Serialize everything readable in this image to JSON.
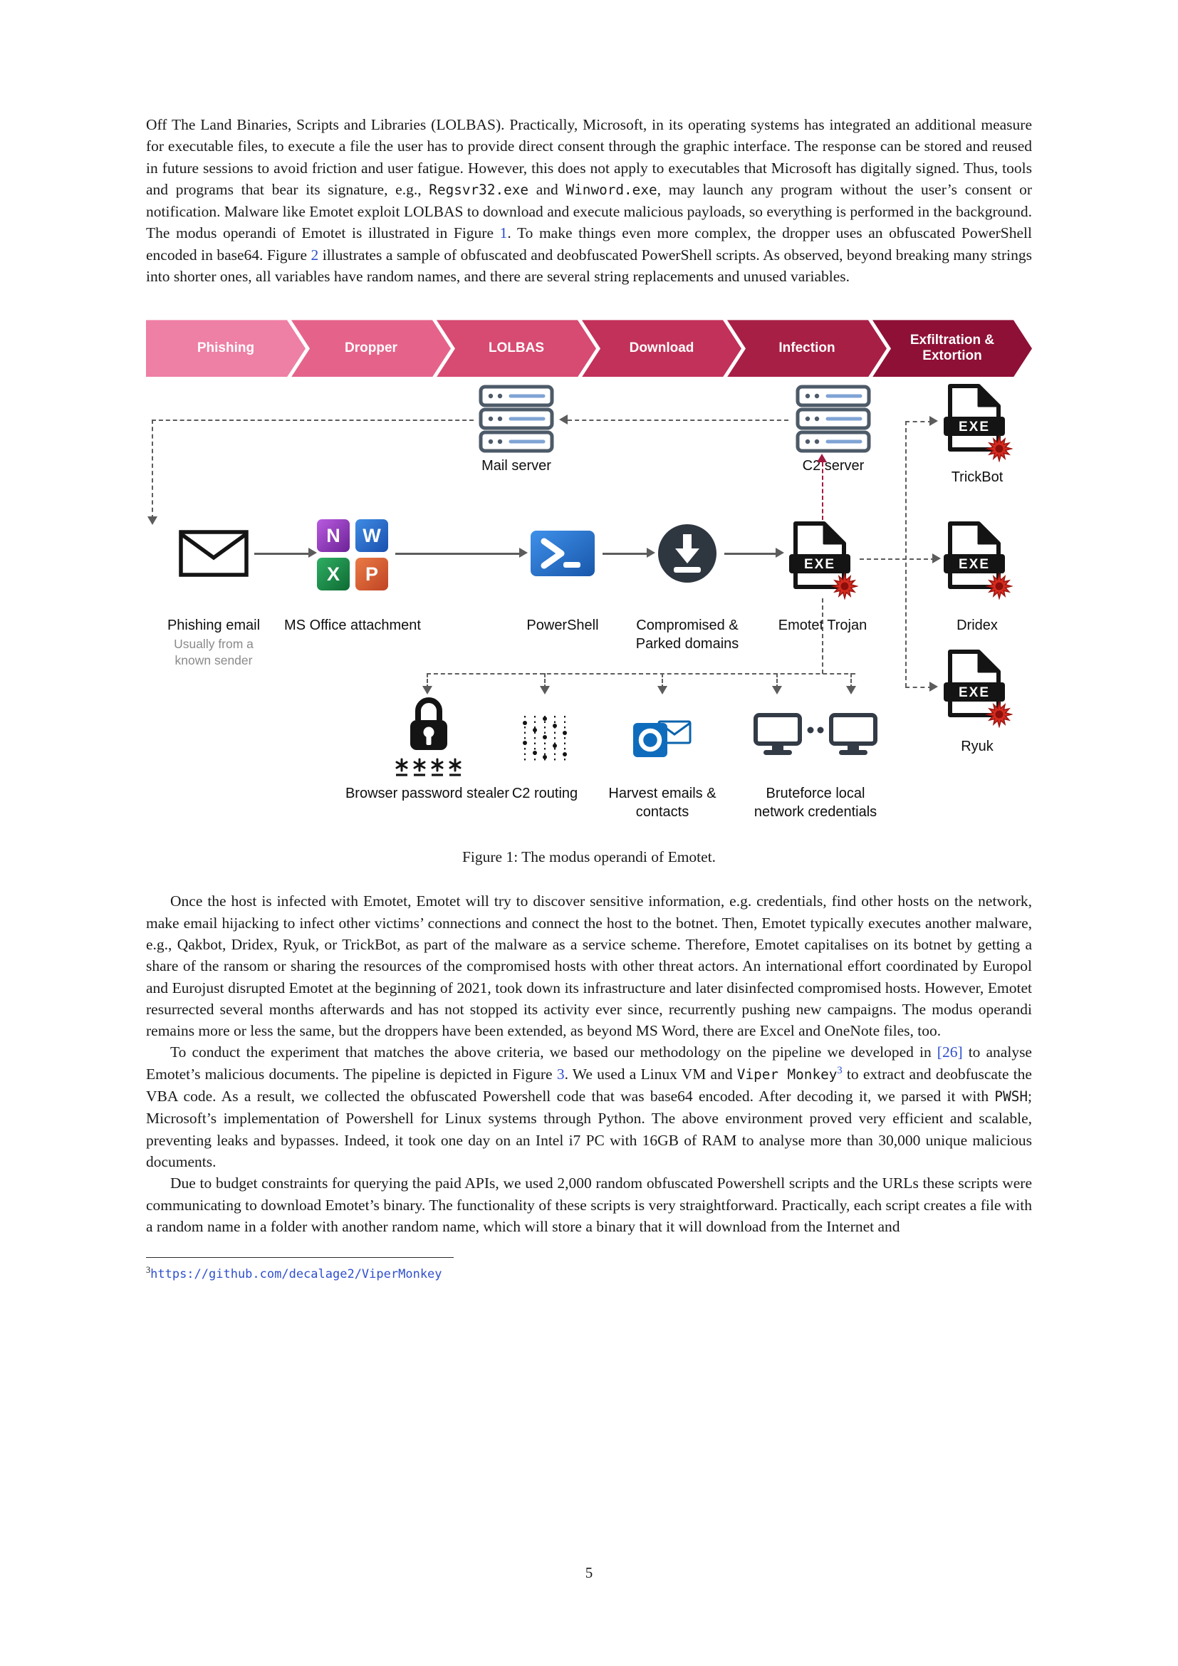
{
  "page_number": "5",
  "paragraphs": {
    "p1": [
      {
        "t": "Off The Land Binaries, Scripts and Libraries (LOLBAS). Practically, Microsoft, in its operating systems has integrated an additional measure for executable files, to execute a file the user has to provide direct consent through the graphic interface. The response can be stored and reused in future sessions to avoid friction and user fatigue. However, this does not apply to executables that Microsoft has digitally signed. Thus, tools and programs that bear its signature, e.g., "
      },
      {
        "t": "Regsvr32.exe",
        "c": "code"
      },
      {
        "t": " and "
      },
      {
        "t": "Winword.exe",
        "c": "code"
      },
      {
        "t": ", may launch any program without the user’s consent or notification. Malware like Emotet exploit LOLBAS to download and execute malicious payloads, so everything is performed in the background. The modus operandi of Emotet is illustrated in Figure "
      },
      {
        "t": "1",
        "c": "ref"
      },
      {
        "t": ". To make things even more complex, the dropper uses an obfuscated PowerShell encoded in base64. Figure "
      },
      {
        "t": "2",
        "c": "ref"
      },
      {
        "t": " illustrates a sample of obfuscated and deobfuscated PowerShell scripts. As observed, beyond breaking many strings into shorter ones, all variables have random names, and there are several string replacements and unused variables."
      }
    ],
    "p2": [
      {
        "t": "Once the host is infected with Emotet, Emotet will try to discover sensitive information, e.g. credentials, find other hosts on the network, make email hijacking to infect other victims’ connections and connect the host to the botnet. Then, Emotet typically executes another malware, e.g., Qakbot, Dridex, Ryuk, or TrickBot, as part of the malware as a service scheme. Therefore, Emotet capitalises on its botnet by getting a share of the ransom or sharing the resources of the compromised hosts with other threat actors. An international effort coordinated by Europol and Eurojust disrupted Emotet at the beginning of 2021, took down its infrastructure and later disinfected compromised hosts. However, Emotet resurrected several months afterwards and has not stopped its activity ever since, recurrently pushing new campaigns. The modus operandi remains more or less the same, but the droppers have been extended, as beyond MS Word, there are Excel and OneNote files, too."
      }
    ],
    "p3": [
      {
        "t": "To conduct the experiment that matches the above criteria, we based our methodology on the pipeline we developed in "
      },
      {
        "t": "[26]",
        "c": "cite"
      },
      {
        "t": " to analyse Emotet’s malicious documents. The pipeline is depicted in Figure "
      },
      {
        "t": "3",
        "c": "ref"
      },
      {
        "t": ". We used a Linux VM and "
      },
      {
        "t": "Viper Monkey",
        "c": "code"
      },
      {
        "t": "3",
        "c": "sup"
      },
      {
        "t": " to extract and deobfuscate the VBA code. As a result, we collected the obfuscated Powershell code that was base64 encoded. After decoding it, we parsed it with "
      },
      {
        "t": "PWSH",
        "c": "code"
      },
      {
        "t": "; Microsoft’s implementation of Powershell for Linux systems through Python. The above environment proved very efficient and scalable, preventing leaks and bypasses. Indeed, it took one day on an Intel i7 PC with 16GB of RAM to analyse more than 30,000 unique malicious documents."
      }
    ],
    "p4": [
      {
        "t": "Due to budget constraints for querying the paid APIs, we used 2,000 random obfuscated Powershell scripts and the URLs these scripts were communicating to download Emotet’s binary. The functionality of these scripts is very straightforward. Practically, each script creates a file with a random name in a folder with another random name, which will store a binary that it will download from the Internet and"
      }
    ]
  },
  "figure": {
    "stages": [
      {
        "label": "Phishing",
        "color": "#ee7fa5"
      },
      {
        "label": "Dropper",
        "color": "#e5638b"
      },
      {
        "label": "LOLBAS",
        "color": "#d74a72"
      },
      {
        "label": "Download",
        "color": "#c23159"
      },
      {
        "label": "Infection",
        "color": "#a81f46"
      },
      {
        "label": "Exfiltration &\nExtortion",
        "color": "#8e1036"
      }
    ],
    "exe_label": "EXE",
    "office_letters": [
      "N",
      "W",
      "X",
      "P"
    ],
    "nodes": {
      "mail_server": "Mail server",
      "c2_server": "C2 server",
      "trickbot": "TrickBot",
      "phishing_email": "Phishing email",
      "phishing_email_sub": "Usually from a known sender",
      "ms_office": "MS Office attachment",
      "powershell": "PowerShell",
      "domains_line1": "Compromised &",
      "domains_line2": "Parked domains",
      "emotet": "Emotet Trojan",
      "dridex": "Dridex",
      "ryuk": "Ryuk",
      "password_stealer": "Browser password stealer",
      "c2_routing": "C2 routing",
      "harvest_line1": "Harvest emails &",
      "harvest_line2": "contacts",
      "bruteforce_line1": "Bruteforce local",
      "bruteforce_line2": "network credentials"
    },
    "caption": "Figure 1: The modus operandi of Emotet."
  },
  "footnote": {
    "marker": "3",
    "url": "https://github.com/decalage2/ViperMonkey"
  }
}
